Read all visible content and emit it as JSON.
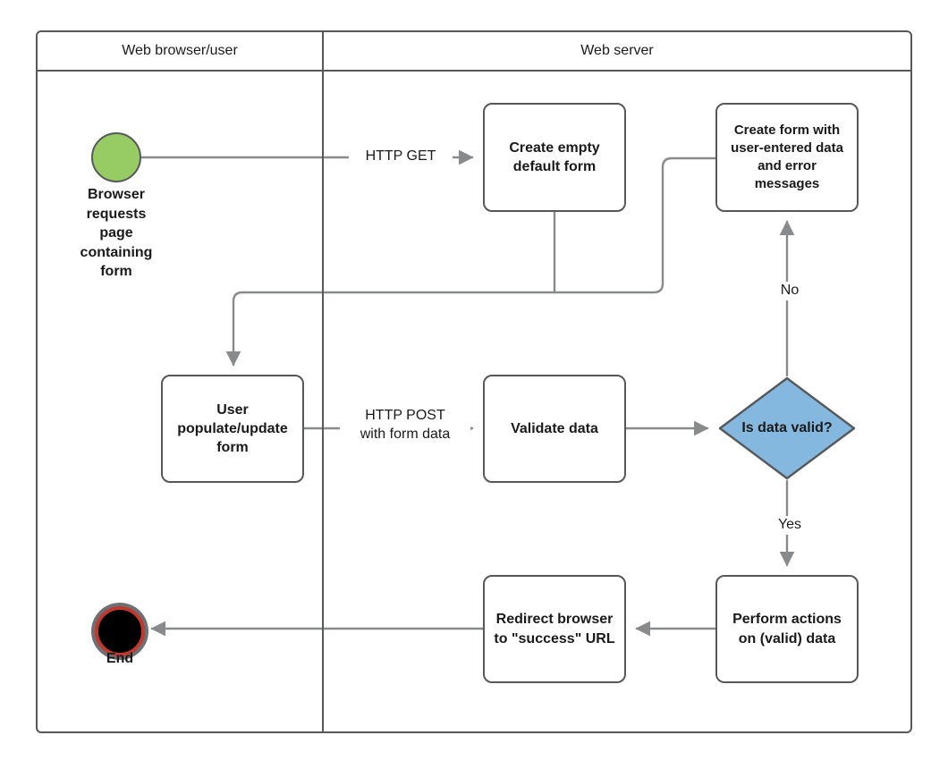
{
  "diagram": {
    "title": "Django form handling flowchart",
    "colors": {
      "stroke": "#56585a",
      "edge": "#888a8c",
      "start_fill": "#97CC64",
      "decision_fill": "#85B8DF",
      "end_ring": "#c0392f",
      "end_fill": "#000000",
      "text": "#1a1a1a",
      "background": "#ffffff"
    }
  },
  "lanes": [
    {
      "id": "lane-browser",
      "title": "Web browser/user"
    },
    {
      "id": "lane-server",
      "title": "Web server"
    }
  ],
  "nodes": {
    "start": {
      "shape": "circle",
      "label": "Browser\nrequests\npage\ncontaining\nform"
    },
    "create_empty_form": {
      "shape": "rounded-rect",
      "label": "Create empty\ndefault form"
    },
    "create_form_errors": {
      "shape": "rounded-rect",
      "label": "Create form with\nuser-entered data\nand error\nmessages"
    },
    "user_populate_form": {
      "shape": "rounded-rect",
      "label": "User\npopulate/update\nform"
    },
    "validate_data": {
      "shape": "rounded-rect",
      "label": "Validate data"
    },
    "is_data_valid": {
      "shape": "diamond",
      "label": "Is data valid?"
    },
    "perform_actions": {
      "shape": "rounded-rect",
      "label": "Perform actions\non (valid) data"
    },
    "redirect_browser": {
      "shape": "rounded-rect",
      "label": "Redirect browser\nto \"success\" URL"
    },
    "end": {
      "shape": "end-circle",
      "label": "End"
    }
  },
  "edge_labels": {
    "http_get": "HTTP GET",
    "http_post": "HTTP POST\nwith form data",
    "decision_no": "No",
    "decision_yes": "Yes"
  }
}
